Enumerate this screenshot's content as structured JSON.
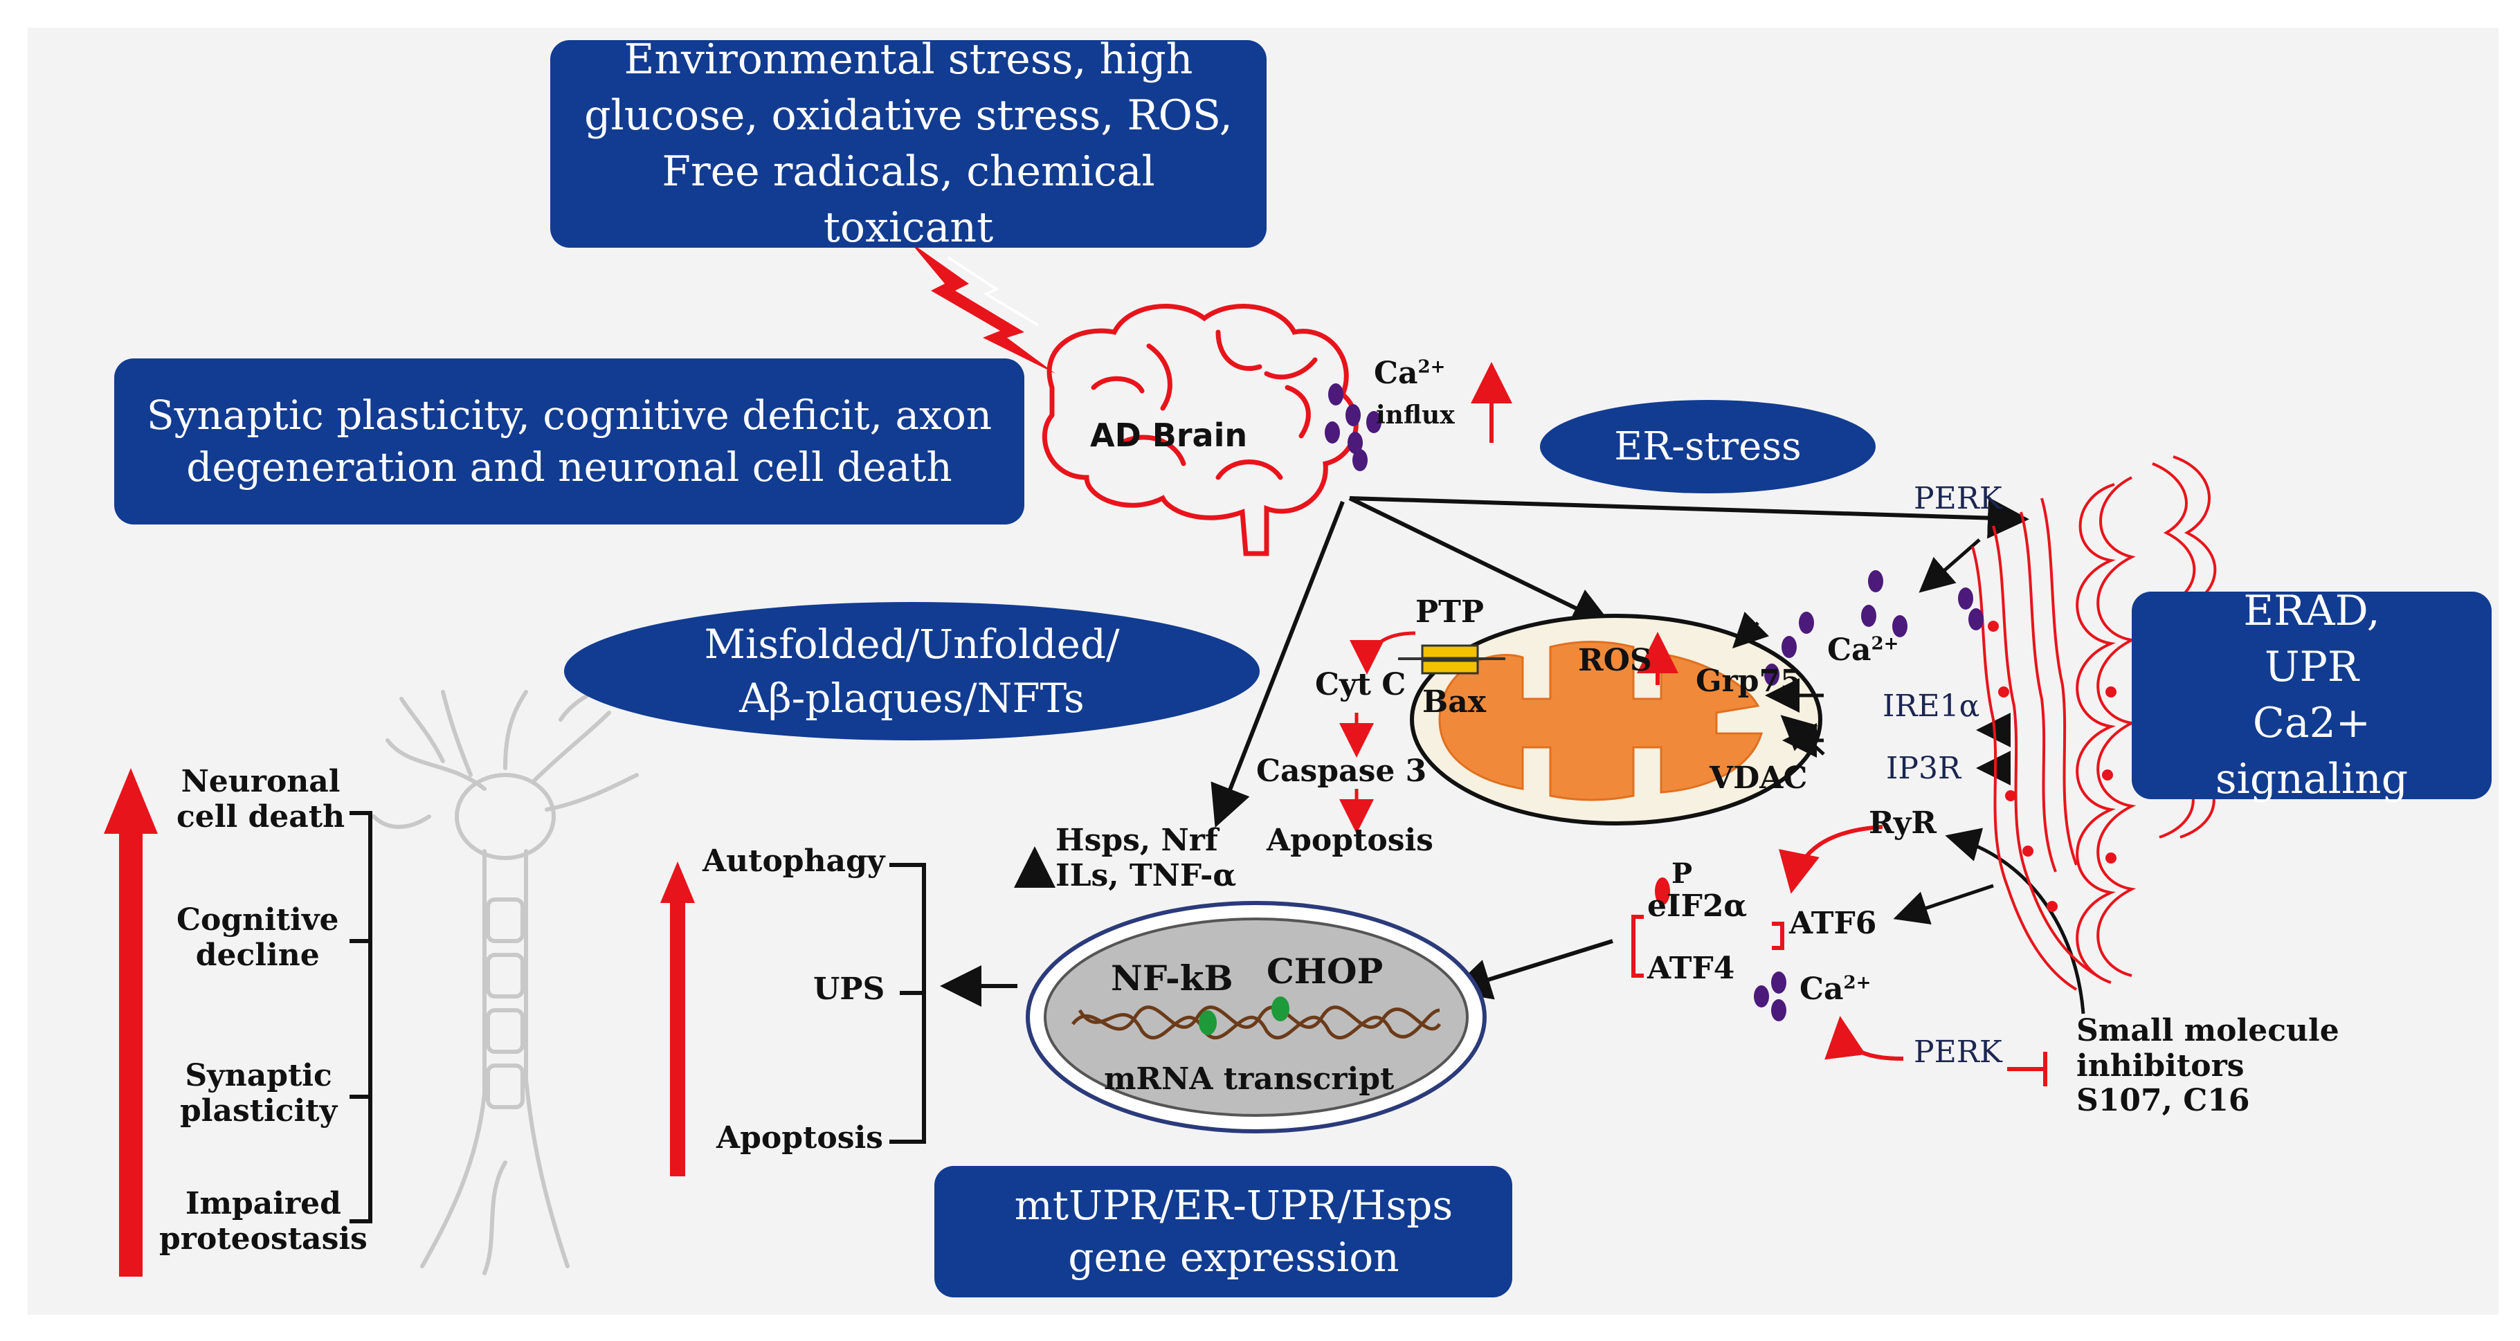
{
  "boxes": {
    "stress": "Environmental stress, high glucose, oxidative stress, ROS, Free radicals, chemical toxicant",
    "outcomes": "Synaptic  plasticity, cognitive deficit, axon degeneration and neuronal cell death",
    "erad": "ERAD,\nUPR\nCa2+ signaling",
    "mtupr": "mtUPR/ER-UPR/Hsps\ngene expression"
  },
  "ellipses": {
    "er_stress": "ER-stress",
    "misfolded": "Misfolded/Unfolded/\nAβ-plaques/NFTs"
  },
  "brain": {
    "label": "AD Brain"
  },
  "calcium": {
    "symbol": "Ca",
    "superscript": "2+",
    "influx": "influx"
  },
  "mitochondria": {
    "ptp": "PTP",
    "cyt_c": "Cyt C",
    "bax": "Bax",
    "caspase": "Caspase 3",
    "apoptosis": "Apoptosis",
    "ros": "ROS",
    "grp75": "Grp75",
    "vdac": "VDAC"
  },
  "er": {
    "perk_top": "PERK",
    "ire1": "IRE1α",
    "ip3r": "IP3R",
    "ryr": "RyR",
    "atf6": "ATF6",
    "atf4": "ATF4",
    "eif2": "eIF2α",
    "p": "P",
    "perk_bottom": "PERK",
    "inhibitors": "Small molecule\ninhibitors\nS107, C16"
  },
  "nucleus": {
    "nfkb": "NF-kB",
    "chop": "CHOP",
    "mrna": "mRNA transcript"
  },
  "responses": {
    "hsps": "Hsps, Nrf\nILs, TNF-α",
    "autophagy": "Autophagy",
    "ups": "UPS",
    "apoptosis": "Apoptosis"
  },
  "consequences": [
    "Neuronal\ncell  death",
    "Cognitive\ndecline",
    "Synaptic\nplasticity",
    "Impaired\nproteostasis"
  ],
  "colors": {
    "box_fill": "#123c91",
    "arrow_red": "#e8141b",
    "calcium_dot": "#4b1a7a",
    "mito_inner": "#f08a3a",
    "yellow_arrow": "#f2f200"
  }
}
